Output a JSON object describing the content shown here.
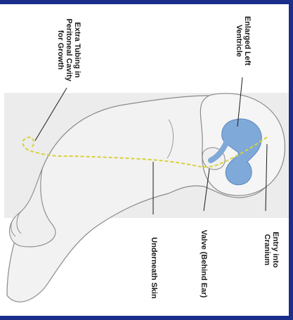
{
  "labels": {
    "enlarged_ventricle_line1": "Enlarged Left",
    "enlarged_ventricle_line2": "Ventricle",
    "extra_tubing_line1": "Extra Tubing in",
    "extra_tubing_line2": "Peritoneal Cavity",
    "extra_tubing_line3": "for Growth",
    "entry_cranium_line1": "Entry into",
    "entry_cranium_line2": "Cranium",
    "valve": "Valve (Behind Ear)",
    "underneath_skin": "Underneath Skin"
  },
  "colors": {
    "border": "#1b2f8a",
    "skin": "#f2f2f2",
    "outline": "#8a8a8a",
    "ventricle": "#7fa9d8",
    "tube": "#d6d23a"
  }
}
